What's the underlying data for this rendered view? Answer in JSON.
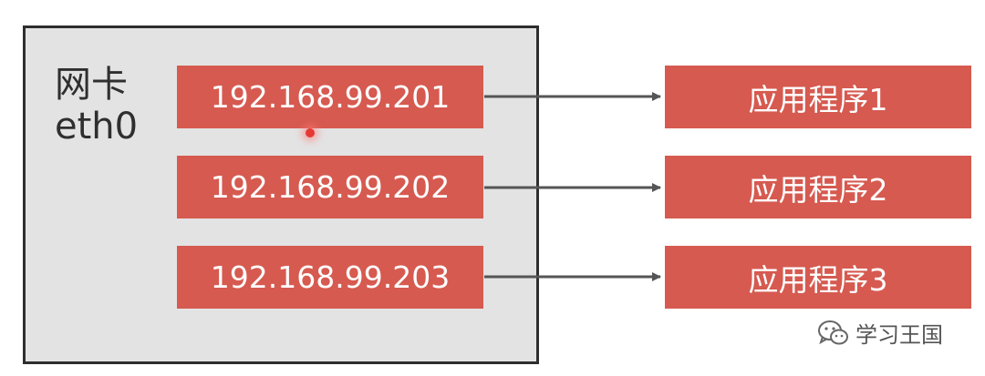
{
  "nic": {
    "label_line1": "网卡",
    "label_line2": "eth0"
  },
  "ip_addresses": [
    "192.168.99.201",
    "192.168.99.202",
    "192.168.99.203"
  ],
  "applications": [
    "应用程序1",
    "应用程序2",
    "应用程序3"
  ],
  "watermark": {
    "text": "学习王国",
    "icon": "wechat-icon"
  },
  "colors": {
    "box_fill": "#d65a50",
    "nic_fill": "#e3e3e3",
    "arrow": "#555555"
  }
}
